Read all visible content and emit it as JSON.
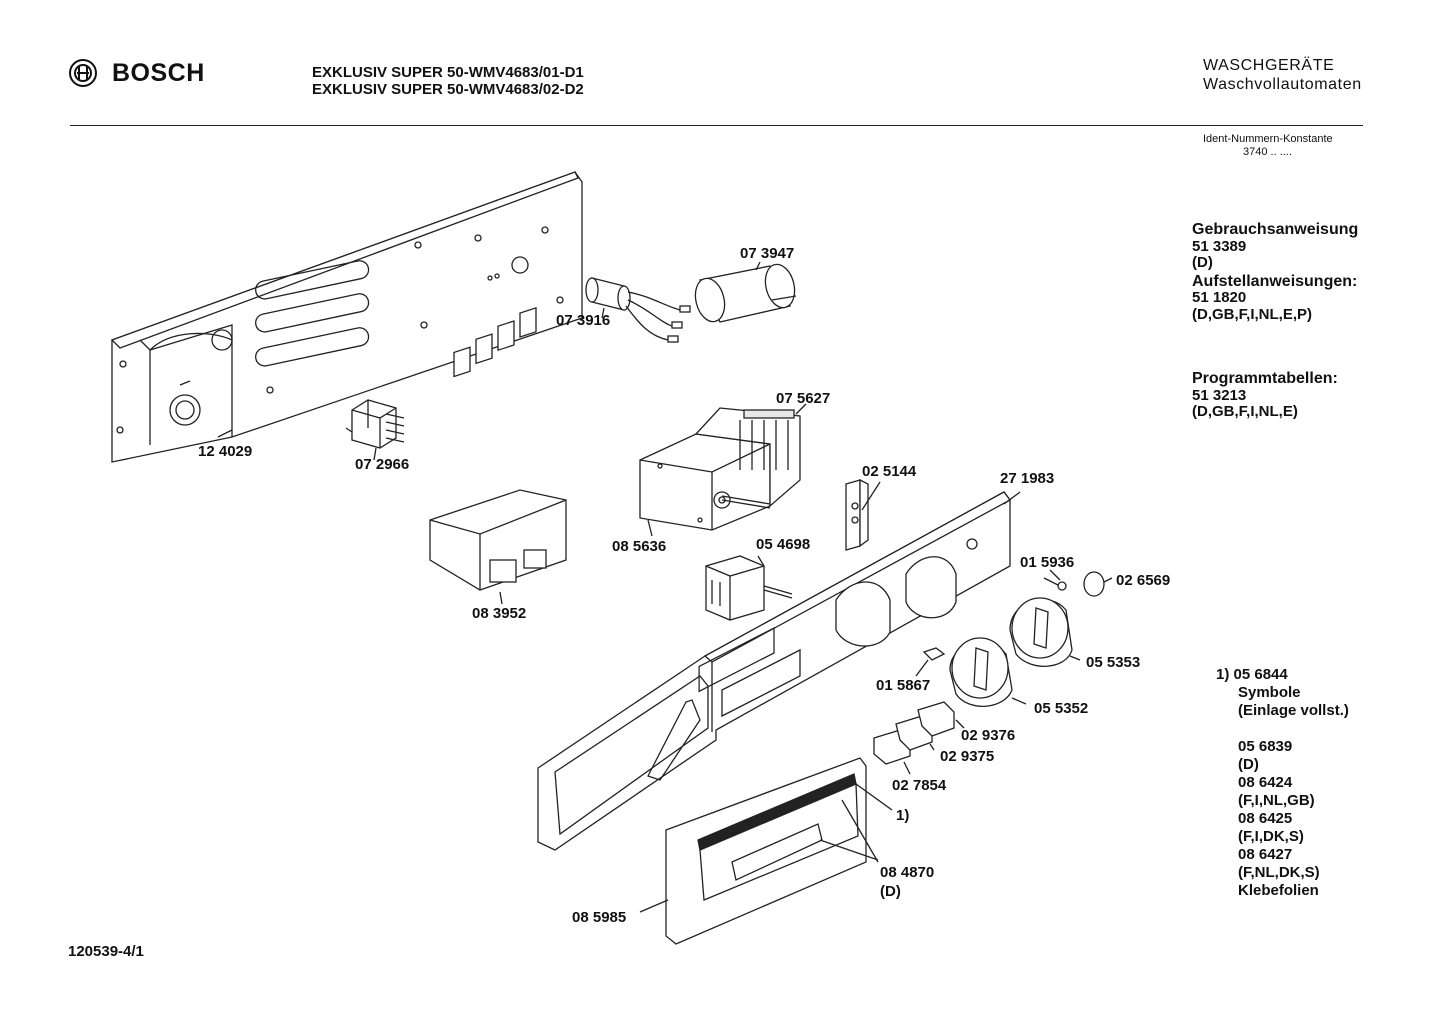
{
  "header": {
    "brand": "BOSCH",
    "model_line1": "EXKLUSIV SUPER 50-WMV4683/01-D1",
    "model_line2": "EXKLUSIV SUPER 50-WMV4683/02-D2",
    "category_line1": "WASCHGERÄTE",
    "category_line2": "Waschvollautomaten",
    "ident_label": "Ident-Nummern-Konstante",
    "ident_value": "3740 .. ...."
  },
  "documents": {
    "manual_title": "Gebrauchsanweisung",
    "manual_number": "51 3389",
    "manual_lang": "(D)",
    "install_title": "Aufstellanweisungen:",
    "install_number": "51 1820",
    "install_lang": "(D,GB,F,I,NL,E,P)",
    "program_title": "Programmtabellen:",
    "program_number": "51 3213",
    "program_lang": "(D,GB,F,I,NL,E)"
  },
  "footnote": {
    "marker": "1)",
    "number": "05 6844",
    "line2": "Symbole",
    "line3": "(Einlage vollst.)",
    "items": [
      "05 6839",
      "(D)",
      "08 6424",
      "(F,I,NL,GB)",
      "08 6425",
      "(F,I,DK,S)",
      "08 6427",
      "(F,NL,DK,S)",
      "Klebefolien"
    ]
  },
  "parts": {
    "p124029": "12 4029",
    "p072966": "07 2966",
    "p073916": "07 3916",
    "p073947": "07 3947",
    "p075627": "07 5627",
    "p085636": "08 5636",
    "p083952": "08 3952",
    "p025144": "02 5144",
    "p054698": "05 4698",
    "p271983": "27 1983",
    "p015936": "01 5936",
    "p026569": "02 6569",
    "p055353": "05 5353",
    "p015867": "01 5867",
    "p055352": "05 5352",
    "p029376": "02 9376",
    "p029375": "02 9375",
    "p027854": "02 7854",
    "p_ref1": "1)",
    "p084870": "08 4870",
    "p084870_lang": "(D)",
    "p085985": "08 5985"
  },
  "drawing_number": "120539-4/1"
}
